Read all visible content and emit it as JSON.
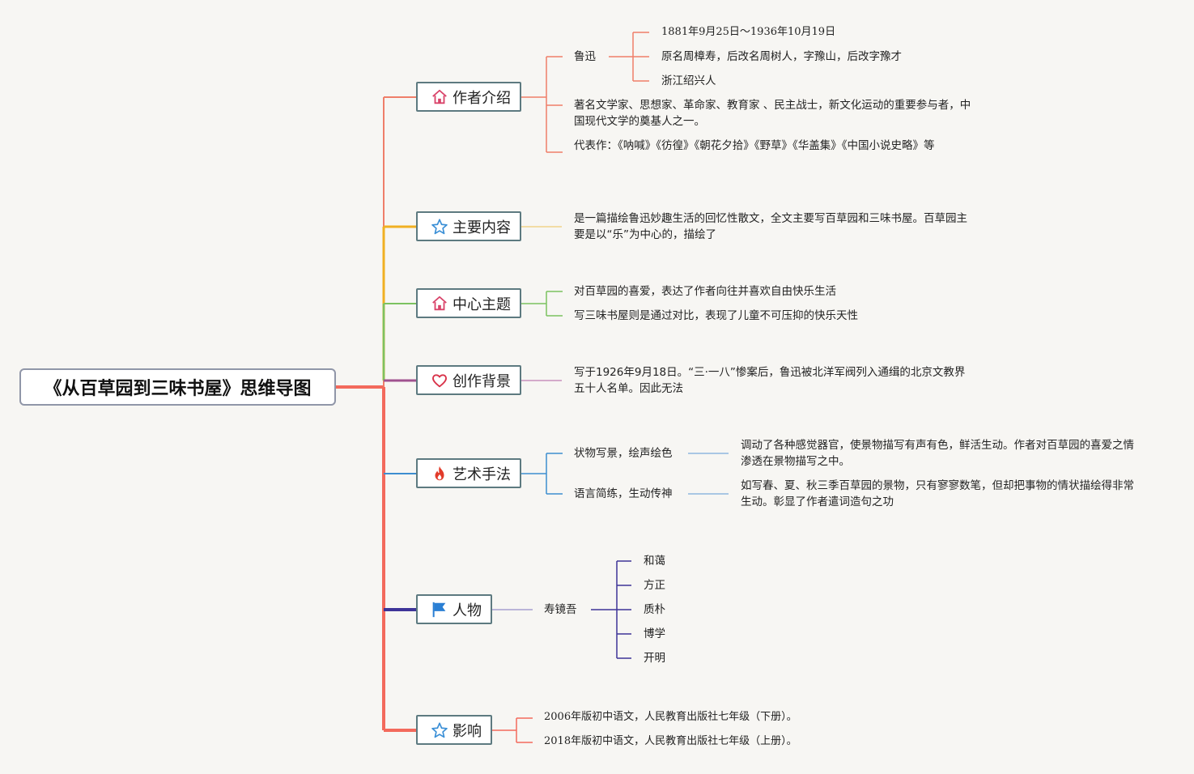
{
  "title": "《从百草园到三味书屋》思维导图",
  "colors": {
    "author": "#ef7e69",
    "content": "#f0b022",
    "theme": "#7cc260",
    "background": "#a0528f",
    "art": "#3d8ed0",
    "people": "#3e3498",
    "influence": "#f36a5c",
    "trunk": "#f36a5c"
  },
  "topics": {
    "author": {
      "label": "作者介绍",
      "icon": "home-icon",
      "luxun": {
        "label": "鲁迅",
        "facts": [
          "1881年9月25日～1936年10月19日",
          "原名周樟寿，后改名周树人，字豫山，后改字豫才",
          "浙江绍兴人"
        ]
      },
      "intro": "著名文学家、思想家、革命家、教育家 、民主战士，新文化运动的重要参与者，中国现代文学的奠基人之一。",
      "works": "代表作：《呐喊》《彷徨》《朝花夕拾》《野草》《华盖集》《中国小说史略》等"
    },
    "content": {
      "label": "主要内容",
      "icon": "star-icon",
      "text": "是一篇描绘鲁迅妙趣生活的回忆性散文，全文主要写百草园和三味书屋。百草园主要是以“乐”为中心的，描绘了"
    },
    "theme": {
      "label": "中心主题",
      "icon": "home-icon",
      "items": [
        "对百草园的喜爱，表达了作者向往并喜欢自由快乐生活",
        "写三味书屋则是通过对比，表现了儿童不可压抑的快乐天性"
      ]
    },
    "background": {
      "label": "创作背景",
      "icon": "heart-icon",
      "text": "写于1926年9月18日。“三·一八”惨案后，鲁迅被北洋军阀列入通缉的北京文教界五十人名单。因此无法"
    },
    "art": {
      "label": "艺术手法",
      "icon": "fire-icon",
      "items": [
        {
          "label": "状物写景，绘声绘色",
          "detail": "调动了各种感觉器官，使景物描写有声有色，鲜活生动。作者对百草园的喜爱之情渗透在景物描写之中。"
        },
        {
          "label": "语言简练，生动传神",
          "detail": "如写春、夏、秋三季百草园的景物，只有寥寥数笔，但却把事物的情状描绘得非常生动。彰显了作者遣词造句之功"
        }
      ]
    },
    "people": {
      "label": "人物",
      "icon": "flag-icon",
      "person": "寿镜吾",
      "traits": [
        "和蔼",
        "方正",
        "质朴",
        "博学",
        "开明"
      ]
    },
    "influence": {
      "label": "影响",
      "icon": "star-icon",
      "items": [
        "2006年版初中语文，人民教育出版社七年级（下册）。",
        "2018年版初中语文，人民教育出版社七年级（上册）。"
      ]
    }
  }
}
